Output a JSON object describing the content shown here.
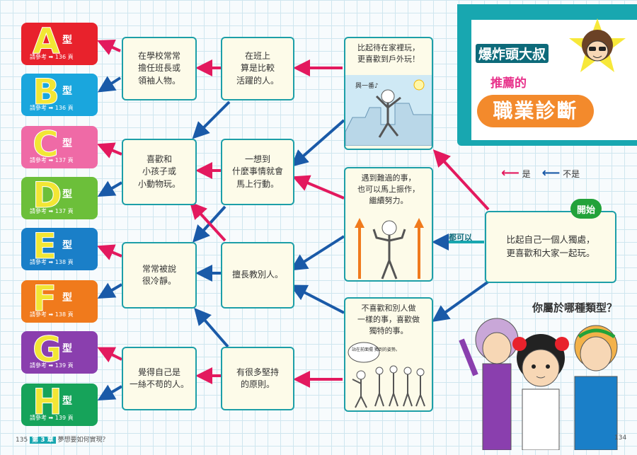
{
  "title": {
    "line1": "爆炸頭大叔",
    "line2": "推薦的",
    "line3": "職業診斷"
  },
  "legend": {
    "yes": "是",
    "no": "不是"
  },
  "start": {
    "tag": "開始",
    "text": "比起自己一個人獨處，\n更喜歡和大家一起玩。",
    "both_label": "都可以"
  },
  "question": "你屬於哪種類型？",
  "types": [
    {
      "letter": "A",
      "suffix": "型",
      "ref": "請參考 ➡ 136 頁",
      "color": "#e8222c"
    },
    {
      "letter": "B",
      "suffix": "型",
      "ref": "請參考 ➡ 136 頁",
      "color": "#1aa6dd"
    },
    {
      "letter": "C",
      "suffix": "型",
      "ref": "請參考 ➡ 137 頁",
      "color": "#ef6aa6"
    },
    {
      "letter": "D",
      "suffix": "型",
      "ref": "請參考 ➡ 137 頁",
      "color": "#6cbf3a"
    },
    {
      "letter": "E",
      "suffix": "型",
      "ref": "請參考 ➡ 138 頁",
      "color": "#1a7fc8"
    },
    {
      "letter": "F",
      "suffix": "型",
      "ref": "請參考 ➡ 138 頁",
      "color": "#f07a1c"
    },
    {
      "letter": "G",
      "suffix": "型",
      "ref": "請參考 ➡ 139 頁",
      "color": "#8a3fae"
    },
    {
      "letter": "H",
      "suffix": "型",
      "ref": "請參考 ➡ 139 頁",
      "color": "#16a35a"
    }
  ],
  "col2": [
    "在學校常常\n擔任班長或\n領袖人物。",
    "喜歡和\n小孩子或\n小動物玩。",
    "常常被說\n很冷靜。",
    "覺得自己是\n一絲不苟的人。"
  ],
  "col3": [
    "在班上\n算是比較\n活躍的人。",
    "一想到\n什麼事情就會\n馬上行動。",
    "擅長教別人。",
    "有很多堅持\n的原則。"
  ],
  "col4": [
    {
      "text": "比起待在家裡玩，\n更喜歡到戶外玩！",
      "caption": "興一番♪"
    },
    {
      "text": "遇到難過的事，\n也可以馬上振作，\n繼續努力。"
    },
    {
      "text": "不喜歡和別人做\n一樣的事，喜歡做\n獨特的事。",
      "caption": "站在前面擺\n獨到的姿勢。"
    }
  ],
  "footer": {
    "left_page": "135",
    "chapter": "第 3 章",
    "chapter_title": "夢想要如何實現？",
    "right_page": "134"
  },
  "colors": {
    "yes_arrow": "#e3195e",
    "no_arrow": "#1a5aa8",
    "teal": "#18a7b0",
    "accent": "#f38a2c"
  }
}
